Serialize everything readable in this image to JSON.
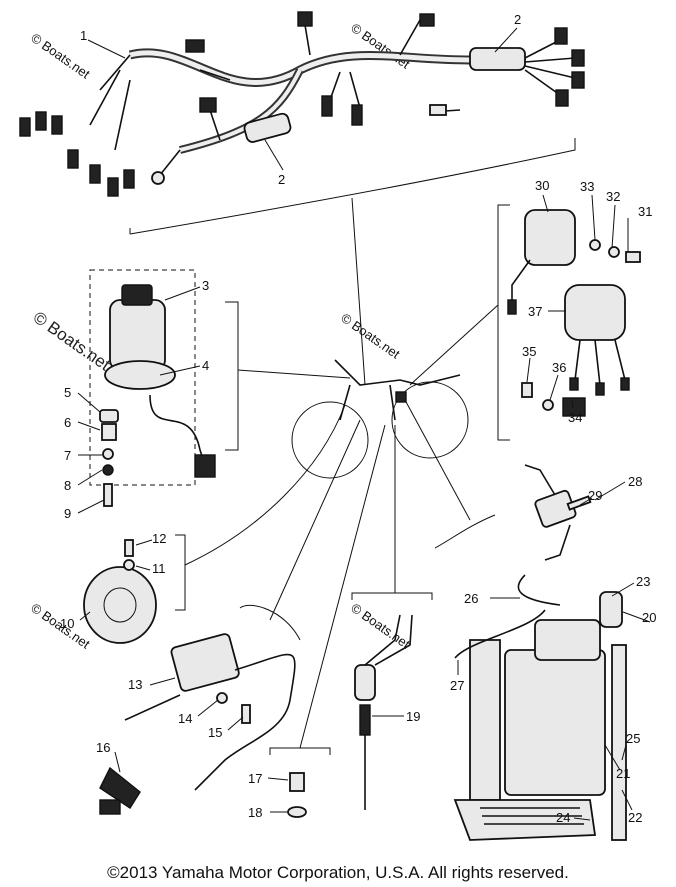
{
  "watermark": "© Boats.net",
  "watermark_prominent": "© Boats.net",
  "copyright": "©2013 Yamaha Motor Corporation, U.S.A. All rights reserved.",
  "callouts": {
    "c1": "1",
    "c2a": "2",
    "c2b": "2",
    "c3": "3",
    "c4": "4",
    "c5": "5",
    "c6": "6",
    "c7": "7",
    "c8": "8",
    "c9": "9",
    "c10": "10",
    "c11": "11",
    "c12": "12",
    "c13": "13",
    "c14": "14",
    "c15": "15",
    "c16": "16",
    "c17": "17",
    "c18": "18",
    "c19": "19",
    "c20": "20",
    "c21": "21",
    "c22": "22",
    "c23": "23",
    "c24": "24",
    "c25": "25",
    "c26": "26",
    "c27": "27",
    "c28": "28",
    "c29": "29",
    "c30": "30",
    "c31": "31",
    "c32": "32",
    "c33": "33",
    "c34": "34",
    "c35": "35",
    "c36": "36",
    "c37": "37"
  }
}
